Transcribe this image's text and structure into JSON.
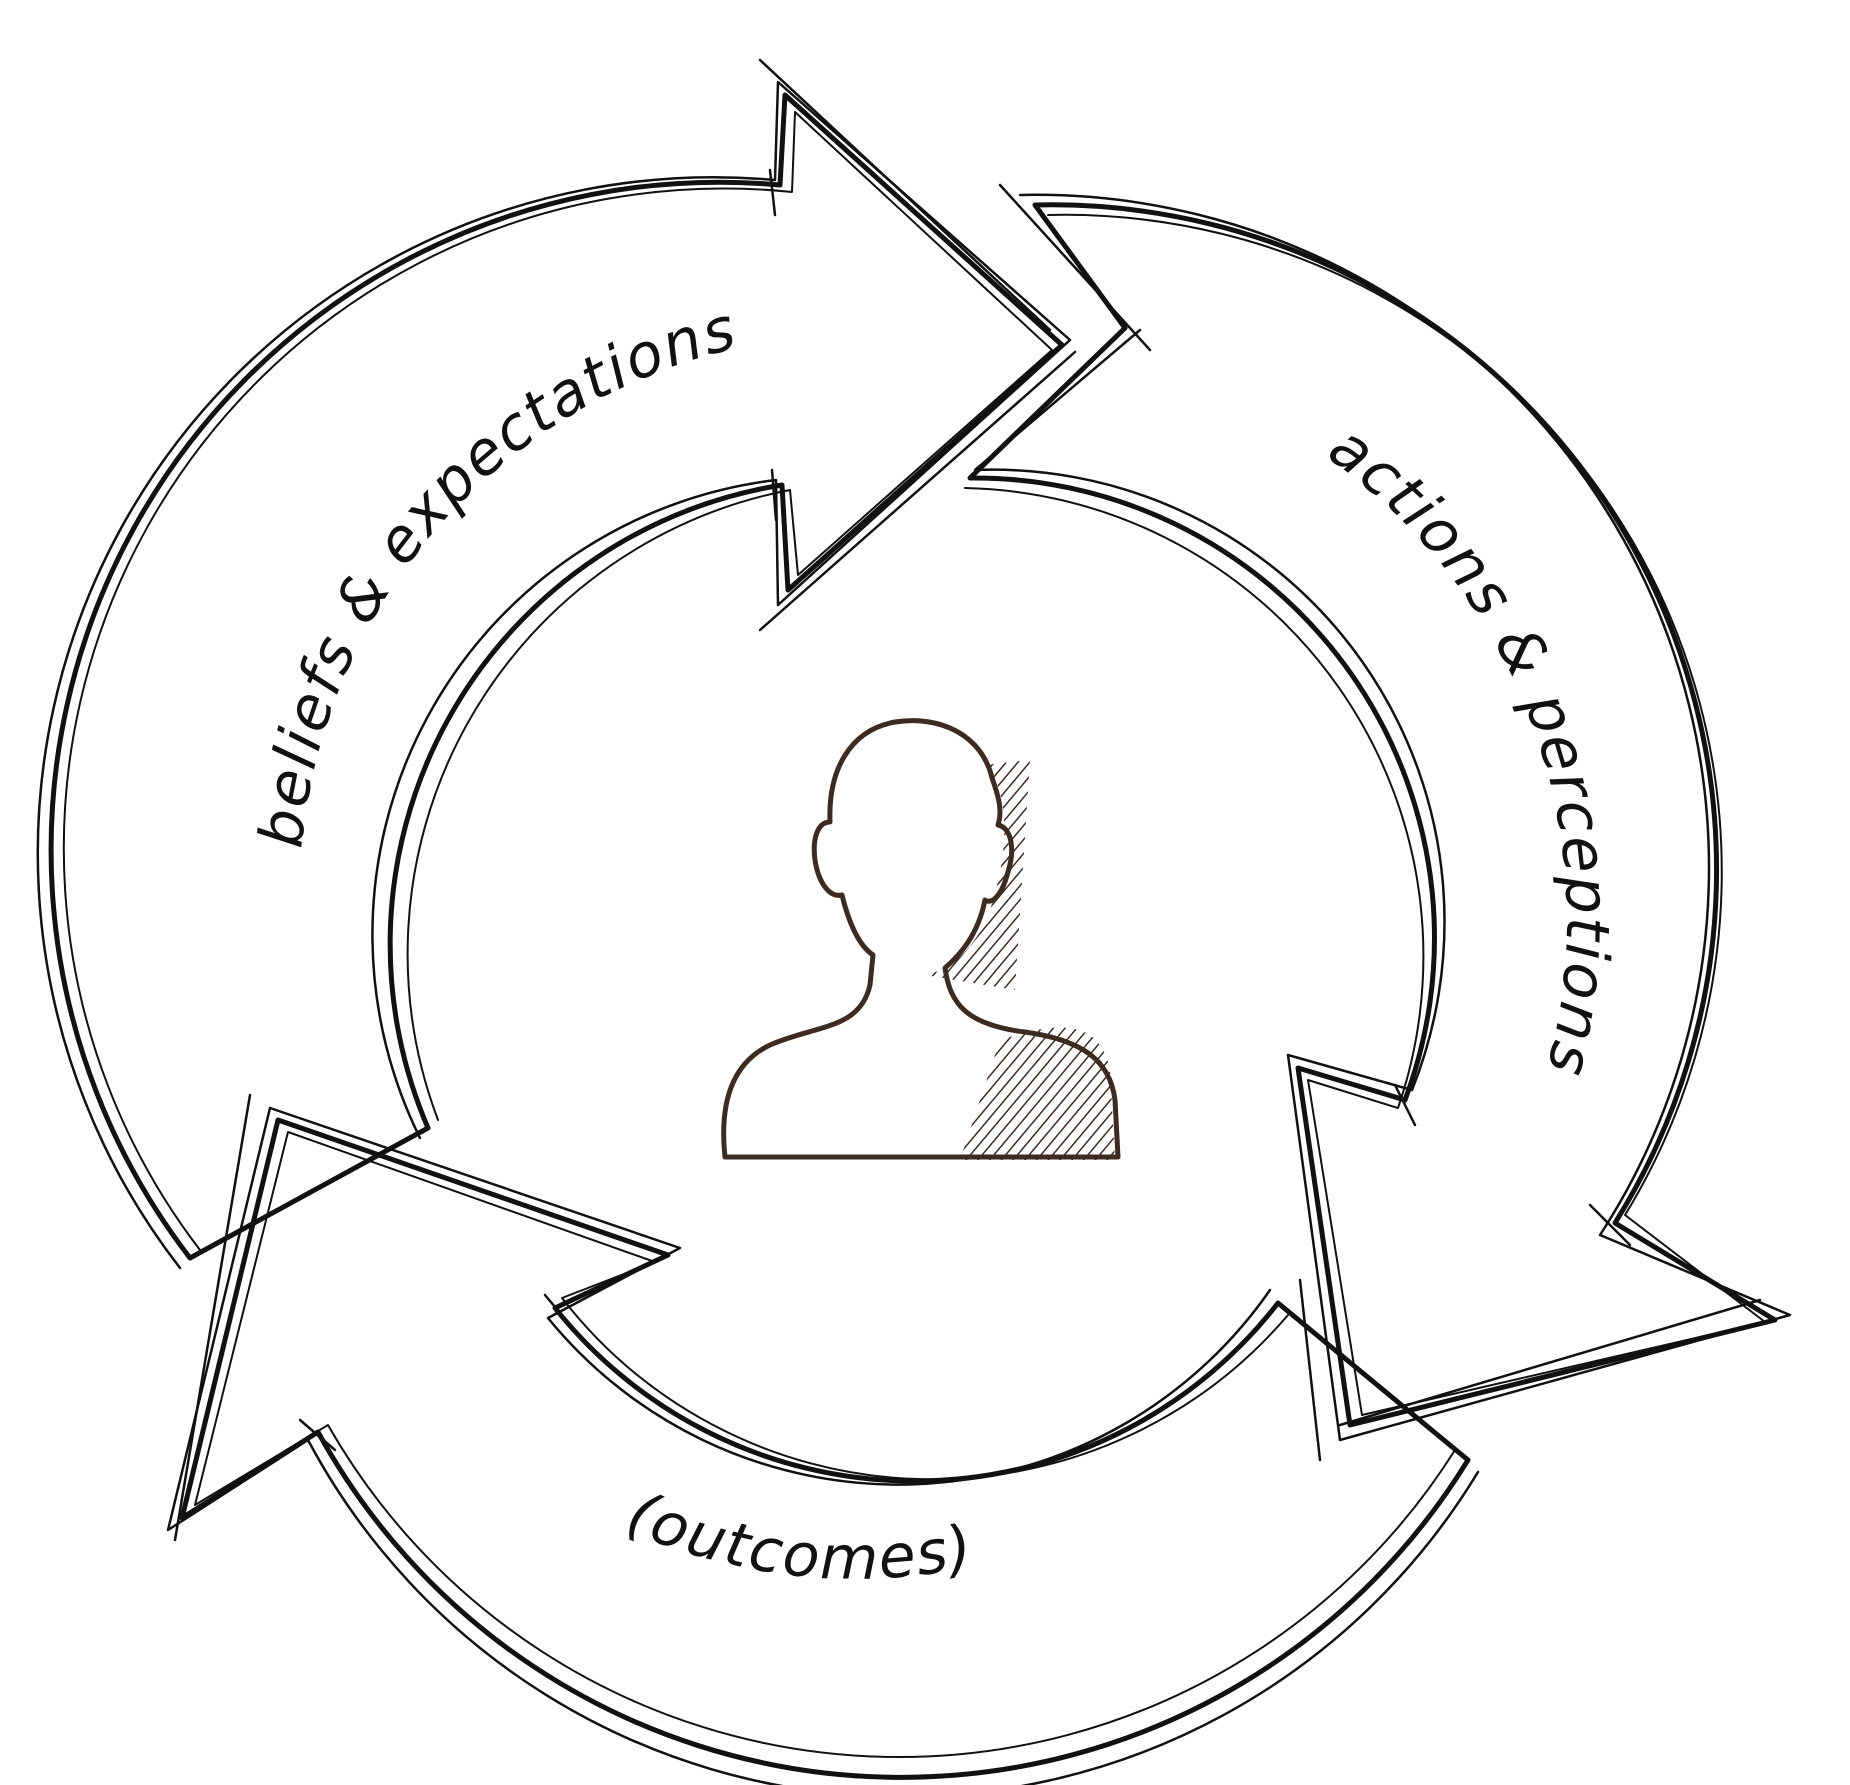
{
  "diagram": {
    "labels": {
      "beliefs": "beliefs & expectations",
      "actions": "actions & perceptions",
      "outcomes": "(outcomes)"
    },
    "center_icon": "person-silhouette-icon",
    "colors": {
      "stroke": "#111111",
      "person_stroke": "#3d2b22"
    }
  }
}
